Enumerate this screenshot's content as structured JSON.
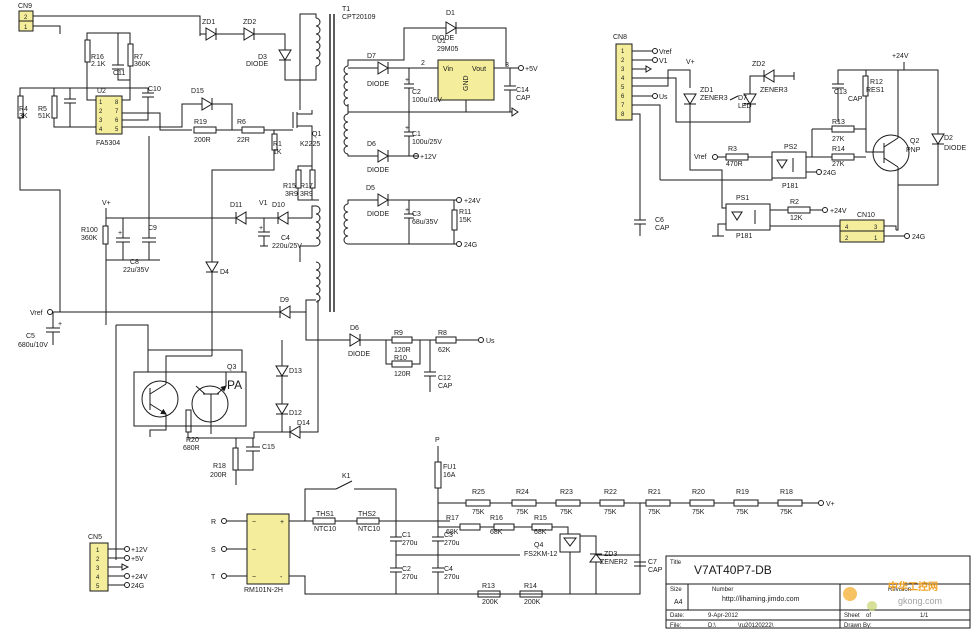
{
  "title_block": {
    "title_label": "Title",
    "title": "V7AT40P7-DB",
    "size_label": "Size",
    "size": "A4",
    "number_label": "Number",
    "number": "http://lihaming.jimdo.com",
    "revision_label": "Revision",
    "date_label": "Date:",
    "date": "9-Apr-2012",
    "sheet_label": "Sheet",
    "sheet_of": "of",
    "sheet": "1/1",
    "file_label": "File:",
    "file": "D:\\",
    "file_name": "\\ru20120222\\",
    "drawn_label": "Drawn By:"
  },
  "watermark": {
    "brand": "中华工控网",
    "site": "gkong.com"
  },
  "connectors": {
    "cn9": {
      "name": "CN9",
      "pins": [
        "2",
        "1"
      ]
    },
    "cn8": {
      "name": "CN8",
      "pins": [
        "1",
        "2",
        "3",
        "4",
        "5",
        "6",
        "7",
        "8"
      ],
      "nets": [
        "Vref",
        "V1",
        "",
        "",
        "Us",
        "",
        "",
        ""
      ]
    },
    "cn5": {
      "name": "CN5",
      "pins": [
        "1",
        "2",
        "3",
        "4",
        "5"
      ],
      "nets": [
        "+12V",
        "+5V",
        "",
        "+24V",
        "24G"
      ]
    },
    "cn10": {
      "name": "CN10",
      "pins_left": [
        "4",
        "2"
      ],
      "pins_right": [
        "3",
        "1"
      ]
    }
  },
  "ics": {
    "u2": {
      "ref": "U2",
      "part": "FA5304",
      "pins_left": [
        "1",
        "2",
        "3",
        "4"
      ],
      "pins_right": [
        "8",
        "7",
        "6",
        "5"
      ]
    },
    "u1": {
      "ref": "U1",
      "part": "29M05",
      "vin": "Vin",
      "vout": "Vout",
      "gnd": "GND",
      "p2": "2",
      "p3": "3",
      "p1": "1"
    },
    "t1": {
      "ref": "T1",
      "part": "CPT20109"
    }
  },
  "semis": {
    "q1": {
      "ref": "Q1",
      "part": "K2225"
    },
    "q2": {
      "ref": "Q2",
      "part": "PNP"
    },
    "q3": {
      "ref": "Q3",
      "part": "PA"
    },
    "q4": {
      "ref": "Q4",
      "part": "FS2KM-12"
    },
    "ps1": {
      "ref": "PS1",
      "part": "P181"
    },
    "ps2": {
      "ref": "PS2",
      "part": "P181"
    },
    "bridge": {
      "part": "RM101N-2H",
      "plus": "+",
      "minus": "-",
      "ac": "~"
    }
  },
  "diodes": [
    {
      "ref": "ZD1",
      "part": ""
    },
    {
      "ref": "ZD2",
      "part": ""
    },
    {
      "ref": "D3",
      "part": "DIODE"
    },
    {
      "ref": "D1",
      "part": "DIODE"
    },
    {
      "ref": "D7",
      "part": "DIODE"
    },
    {
      "ref": "D6",
      "part": "DIODE"
    },
    {
      "ref": "D5",
      "part": "DIODE"
    },
    {
      "ref": "D15",
      "part": ""
    },
    {
      "ref": "D11",
      "part": ""
    },
    {
      "ref": "D10",
      "part": ""
    },
    {
      "ref": "D4",
      "part": ""
    },
    {
      "ref": "D9",
      "part": ""
    },
    {
      "ref": "D6",
      "part": "DIODE"
    },
    {
      "ref": "D13",
      "part": ""
    },
    {
      "ref": "D12",
      "part": ""
    },
    {
      "ref": "D14",
      "part": ""
    },
    {
      "ref": "D2",
      "part": "DIODE"
    },
    {
      "ref": "ZD1",
      "part": "ZENER3"
    },
    {
      "ref": "ZD2",
      "part": "ZENER3"
    },
    {
      "ref": "D7",
      "part": "LED"
    },
    {
      "ref": "ZD3",
      "part": "ZENER2"
    }
  ],
  "resistors": [
    {
      "ref": "R16",
      "val": "2.1K"
    },
    {
      "ref": "R7",
      "val": "360K"
    },
    {
      "ref": "R4",
      "val": "3K"
    },
    {
      "ref": "R5",
      "val": "51K"
    },
    {
      "ref": "R19",
      "val": "200R"
    },
    {
      "ref": "R6",
      "val": "22R"
    },
    {
      "ref": "R1",
      "val": "1K"
    },
    {
      "ref": "R15",
      "val": "3R9"
    },
    {
      "ref": "R17",
      "val": "3R9"
    },
    {
      "ref": "R100",
      "val": "360K"
    },
    {
      "ref": "R11",
      "val": "15K"
    },
    {
      "ref": "R9",
      "val": "120R"
    },
    {
      "ref": "R10",
      "val": "120R"
    },
    {
      "ref": "R8",
      "val": "62K"
    },
    {
      "ref": "R20",
      "val": "680R"
    },
    {
      "ref": "R18",
      "val": "200R"
    },
    {
      "ref": "R12",
      "val": "RES1"
    },
    {
      "ref": "R13",
      "val": "27K"
    },
    {
      "ref": "R14",
      "val": "27K"
    },
    {
      "ref": "R3",
      "val": "470R"
    },
    {
      "ref": "R2",
      "val": "12K"
    },
    {
      "ref": "R25",
      "val": "75K"
    },
    {
      "ref": "R24",
      "val": "75K"
    },
    {
      "ref": "R23",
      "val": "75K"
    },
    {
      "ref": "R22",
      "val": "75K"
    },
    {
      "ref": "R21",
      "val": "75K"
    },
    {
      "ref": "R20",
      "val": "75K"
    },
    {
      "ref": "R19",
      "val": "75K"
    },
    {
      "ref": "R18",
      "val": "75K"
    },
    {
      "ref": "R17",
      "val": "68K"
    },
    {
      "ref": "R16",
      "val": "68K"
    },
    {
      "ref": "R15",
      "val": "68K"
    },
    {
      "ref": "R13",
      "val": "200K"
    },
    {
      "ref": "R14",
      "val": "200K"
    }
  ],
  "capacitors": [
    {
      "ref": "C11",
      "val": ""
    },
    {
      "ref": "C10",
      "val": ""
    },
    {
      "ref": "C9",
      "val": ""
    },
    {
      "ref": "C8",
      "val": "22u/35V"
    },
    {
      "ref": "C5",
      "val": "680u/10V"
    },
    {
      "ref": "C4",
      "val": "220u/25V"
    },
    {
      "ref": "C2",
      "val": "100u/16V"
    },
    {
      "ref": "C14",
      "val": "CAP"
    },
    {
      "ref": "C1",
      "val": "100u/25V"
    },
    {
      "ref": "C3",
      "val": "68u/35V"
    },
    {
      "ref": "C12",
      "val": "CAP"
    },
    {
      "ref": "C15",
      "val": ""
    },
    {
      "ref": "C13",
      "val": "CAP"
    },
    {
      "ref": "C6",
      "val": "CAP"
    },
    {
      "ref": "C1",
      "val": "270u"
    },
    {
      "ref": "C2",
      "val": "270u"
    },
    {
      "ref": "C3",
      "val": "270u"
    },
    {
      "ref": "C4",
      "val": "270u"
    },
    {
      "ref": "C7",
      "val": "CAP"
    }
  ],
  "misc": {
    "fuse": {
      "ref": "FU1",
      "val": "16A"
    },
    "relay": {
      "ref": "K1"
    },
    "ths1": {
      "ref": "THS1",
      "val": "NTC10"
    },
    "ths2": {
      "ref": "THS2",
      "val": "NTC10"
    },
    "inputs": [
      "R",
      "S",
      "T"
    ]
  },
  "nets": {
    "vplus": "V+",
    "v1": "V1",
    "vref": "Vref",
    "p5": "+5V",
    "p12": "+12V",
    "p24": "+24V",
    "g24": "24G",
    "us": "Us",
    "p": "P"
  }
}
